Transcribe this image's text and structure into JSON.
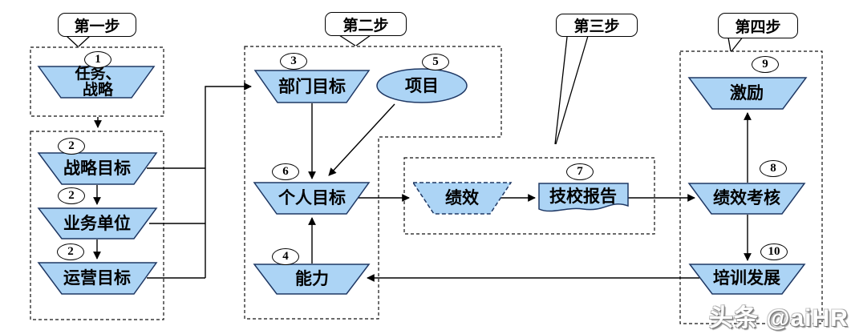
{
  "steps": [
    {
      "label": "第一步"
    },
    {
      "label": "第二步"
    },
    {
      "label": "第三步"
    },
    {
      "label": "第四步"
    }
  ],
  "nodes": {
    "task": {
      "num": "1",
      "label": "任务、\n战略"
    },
    "strat": {
      "num": "2",
      "label": "战略目标"
    },
    "biz": {
      "num": "2",
      "label": "业务单位"
    },
    "oper": {
      "num": "2",
      "label": "运营目标"
    },
    "dept": {
      "num": "3",
      "label": "部门目标"
    },
    "proj": {
      "num": "5",
      "label": "项目"
    },
    "pers": {
      "num": "6",
      "label": "个人目标"
    },
    "abil": {
      "num": "4",
      "label": "能力"
    },
    "perf": {
      "label": "绩效"
    },
    "report": {
      "num": "7",
      "label": "技校报告"
    },
    "ince": {
      "num": "9",
      "label": "激励"
    },
    "appr": {
      "num": "8",
      "label": "绩效考核"
    },
    "train": {
      "num": "10",
      "label": "培训发展"
    }
  },
  "watermark": "头条 @aiHR",
  "colors": {
    "shape_fill": "#ACD4F5",
    "shape_border": "#1F3864",
    "line": "#000000",
    "dashed_box": "#111111"
  }
}
